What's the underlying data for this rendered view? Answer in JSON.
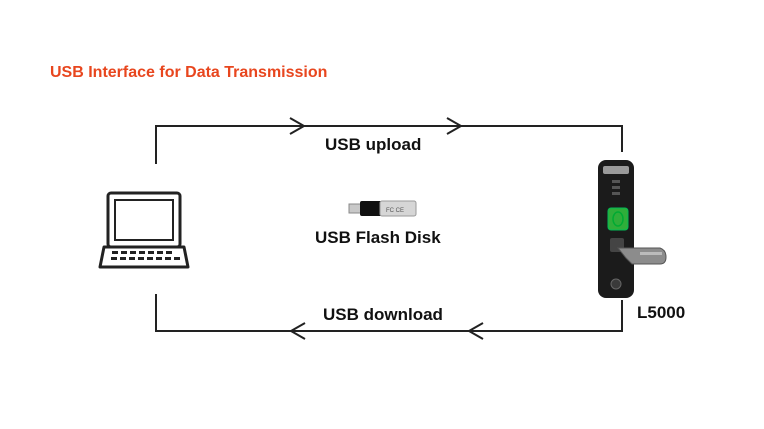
{
  "title": "USB Interface for Data Transmission",
  "upload_label": "USB upload",
  "flash_disk_label": "USB Flash Disk",
  "download_label": "USB download",
  "device_label": "L5000",
  "colors": {
    "title": "#e8461e",
    "line": "#222222",
    "background": "#ffffff"
  },
  "icons": {
    "computer": "laptop-icon",
    "flash": "usb-flash-disk-icon",
    "lock": "fingerprint-door-lock-icon"
  }
}
